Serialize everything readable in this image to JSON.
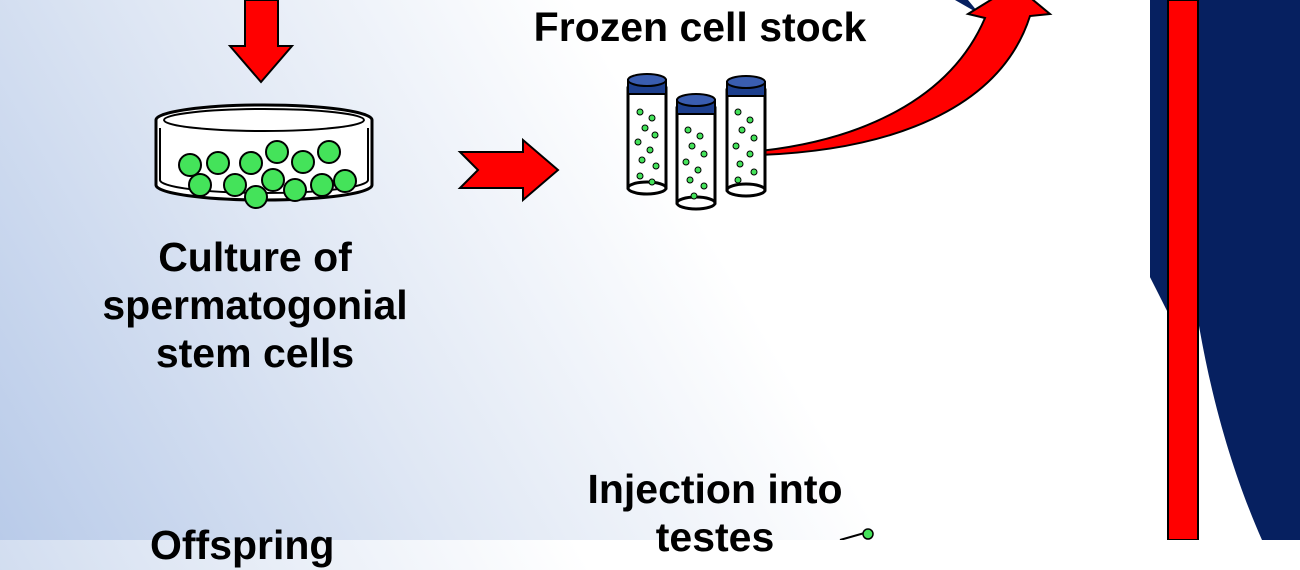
{
  "diagram": {
    "frozen_stock_title": "Frozen cell stock",
    "culture_label_lines": [
      "Culture of",
      "spermatogonial",
      "stem cells"
    ],
    "injection_label_lines": [
      "Injection into",
      "testes"
    ],
    "offspring_label": "Offspring",
    "colors": {
      "arrow_red": "#ff0000",
      "band_navy": "#062060",
      "cell_green": "#44e35a",
      "cap_navy": "#1d3f8d"
    },
    "icons": [
      "down-arrow-icon",
      "culture-dish-icon",
      "right-arrow-icon",
      "cryo-vial-icon",
      "curved-arrow-icon",
      "syringe-icon"
    ]
  }
}
